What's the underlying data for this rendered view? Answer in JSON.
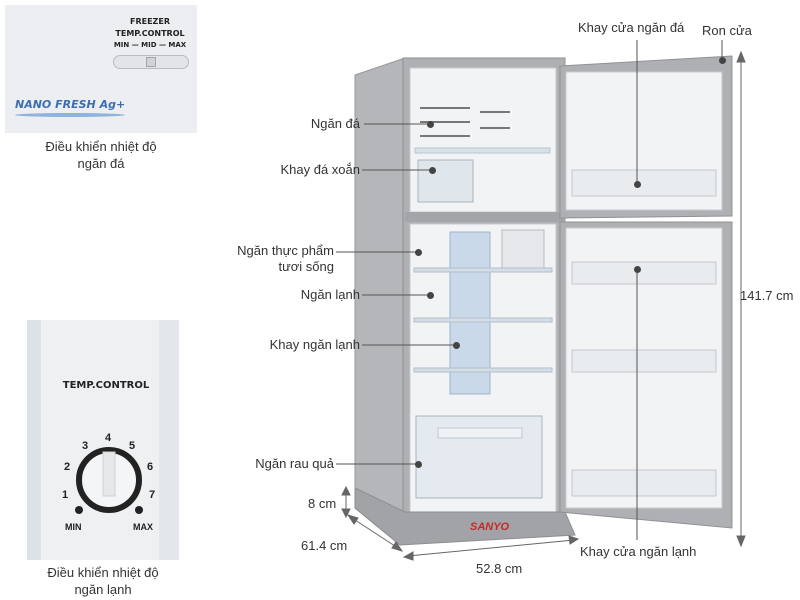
{
  "freezer_panel": {
    "line1": "FREEZER",
    "line2": "TEMP.CONTROL",
    "scale": "MIN — MID — MAX",
    "logo": "NANO FRESH Ag+",
    "caption_line1": "Điều khiển nhiệt độ",
    "caption_line2": "ngăn đá"
  },
  "fridge_panel": {
    "title": "TEMP.CONTROL",
    "dial_numbers": [
      "1",
      "2",
      "3",
      "4",
      "5",
      "6",
      "7"
    ],
    "min_label": "MIN",
    "max_label": "MAX",
    "caption_line1": "Điều khiển nhiệt độ",
    "caption_line2": "ngăn lạnh"
  },
  "callouts": {
    "ngan_da": "Ngăn đá",
    "khay_da_xoan": "Khay đá xoắn",
    "ngan_thuc_pham_1": "Ngăn thực phẩm",
    "ngan_thuc_pham_2": "tươi sống",
    "ngan_lanh": "Ngăn lạnh",
    "khay_ngan_lanh": "Khay ngăn lạnh",
    "ngan_rau_qua": "Ngăn rau quả",
    "khay_cua_ngan_da": "Khay cửa ngăn đá",
    "ron_cua": "Ron cửa",
    "khay_cua_ngan_lanh": "Khay cửa ngăn lạnh"
  },
  "dimensions": {
    "height": "141.7 cm",
    "base_height": "8 cm",
    "depth": "61.4 cm",
    "width": "52.8 cm"
  },
  "brand": "SANYO",
  "colors": {
    "body_silver": "#a9abae",
    "interior_white": "#f3f4f6",
    "leader_line": "#555555"
  }
}
